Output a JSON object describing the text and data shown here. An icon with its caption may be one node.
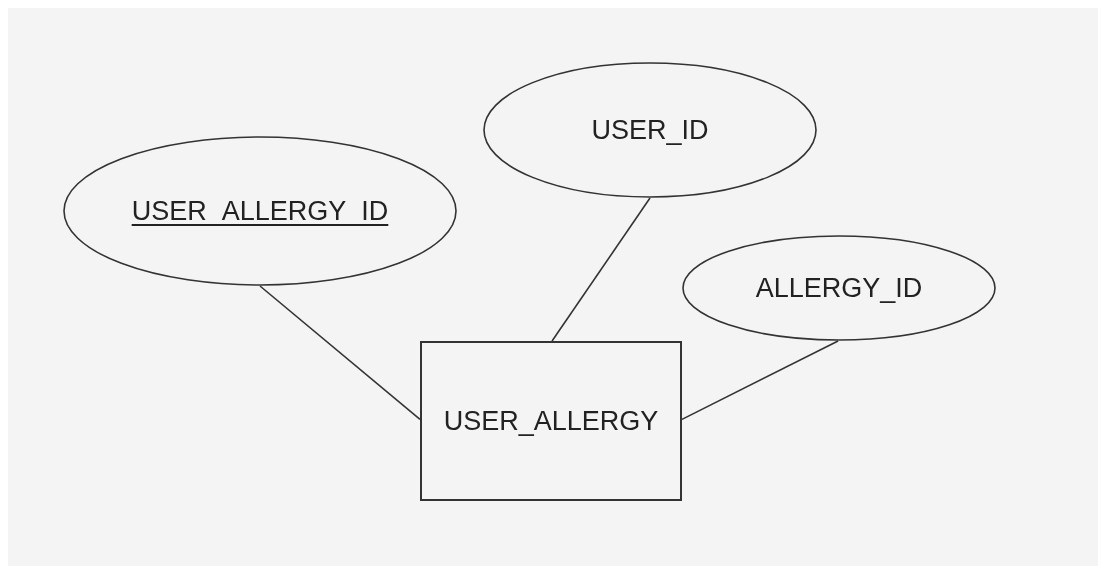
{
  "diagram": {
    "nodes": [
      {
        "text": [
          "USER_ALLERGY_ID"
        ]
      },
      {
        "text": [
          "USER_ID"
        ]
      },
      {
        "text": [
          "ALLERGY_ID"
        ]
      },
      {
        "text": [
          "USER_ALLERGY"
        ]
      }
    ],
    "edges": [
      {
        "from": 0,
        "to": 3,
        "arrow": "none"
      },
      {
        "from": 1,
        "to": 3,
        "arrow": "none"
      },
      {
        "from": 2,
        "to": 3,
        "arrow": "none"
      }
    ]
  }
}
